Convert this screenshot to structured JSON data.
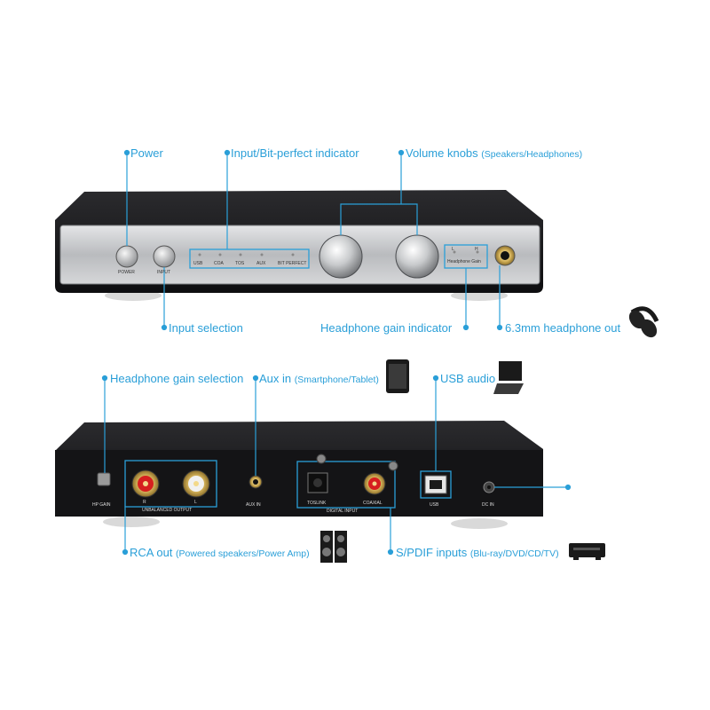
{
  "front_callouts": {
    "power": "Power",
    "input_indicator": "Input/Bit-perfect indicator",
    "volume": "Volume knobs",
    "volume_sub": "(Speakers/Headphones)",
    "input_selection": "Input selection",
    "hp_gain_indicator": "Headphone gain indicator",
    "hp_out": "6.3mm headphone out"
  },
  "rear_callouts": {
    "hp_gain_selection": "Headphone gain selection",
    "aux_in": "Aux in",
    "aux_in_sub": "(Smartphone/Tablet)",
    "usb_audio": "USB audio",
    "rca_out": "RCA out",
    "rca_out_sub": "(Powered speakers/Power Amp)",
    "spdif": "S/PDIF inputs",
    "spdif_sub": "(Blu-ray/DVD/CD/TV)"
  },
  "front_labels": {
    "power": "POWER",
    "input": "INPUT",
    "usb": "USB",
    "coa": "COA",
    "tos": "TOS",
    "aux": "AUX",
    "bit_perfect": "BIT PERFECT",
    "hp_gain": "Headphone Gain",
    "gain_l": "L",
    "gain_h": "H"
  },
  "rear_labels": {
    "hp_gain": "HP GAIN",
    "r": "R",
    "l": "L",
    "unbalanced_output": "UNBALANCED OUTPUT",
    "aux_in": "AUX IN",
    "toslink": "TOSLINK",
    "coaxial": "COAXIAL",
    "digital_input": "DIGITAL INPUT",
    "usb": "USB",
    "dc_in": "DC IN"
  },
  "colors": {
    "accent": "#2a9fd8",
    "chassis": "#1b1b1d",
    "faceplate": "#c9cbcd"
  }
}
